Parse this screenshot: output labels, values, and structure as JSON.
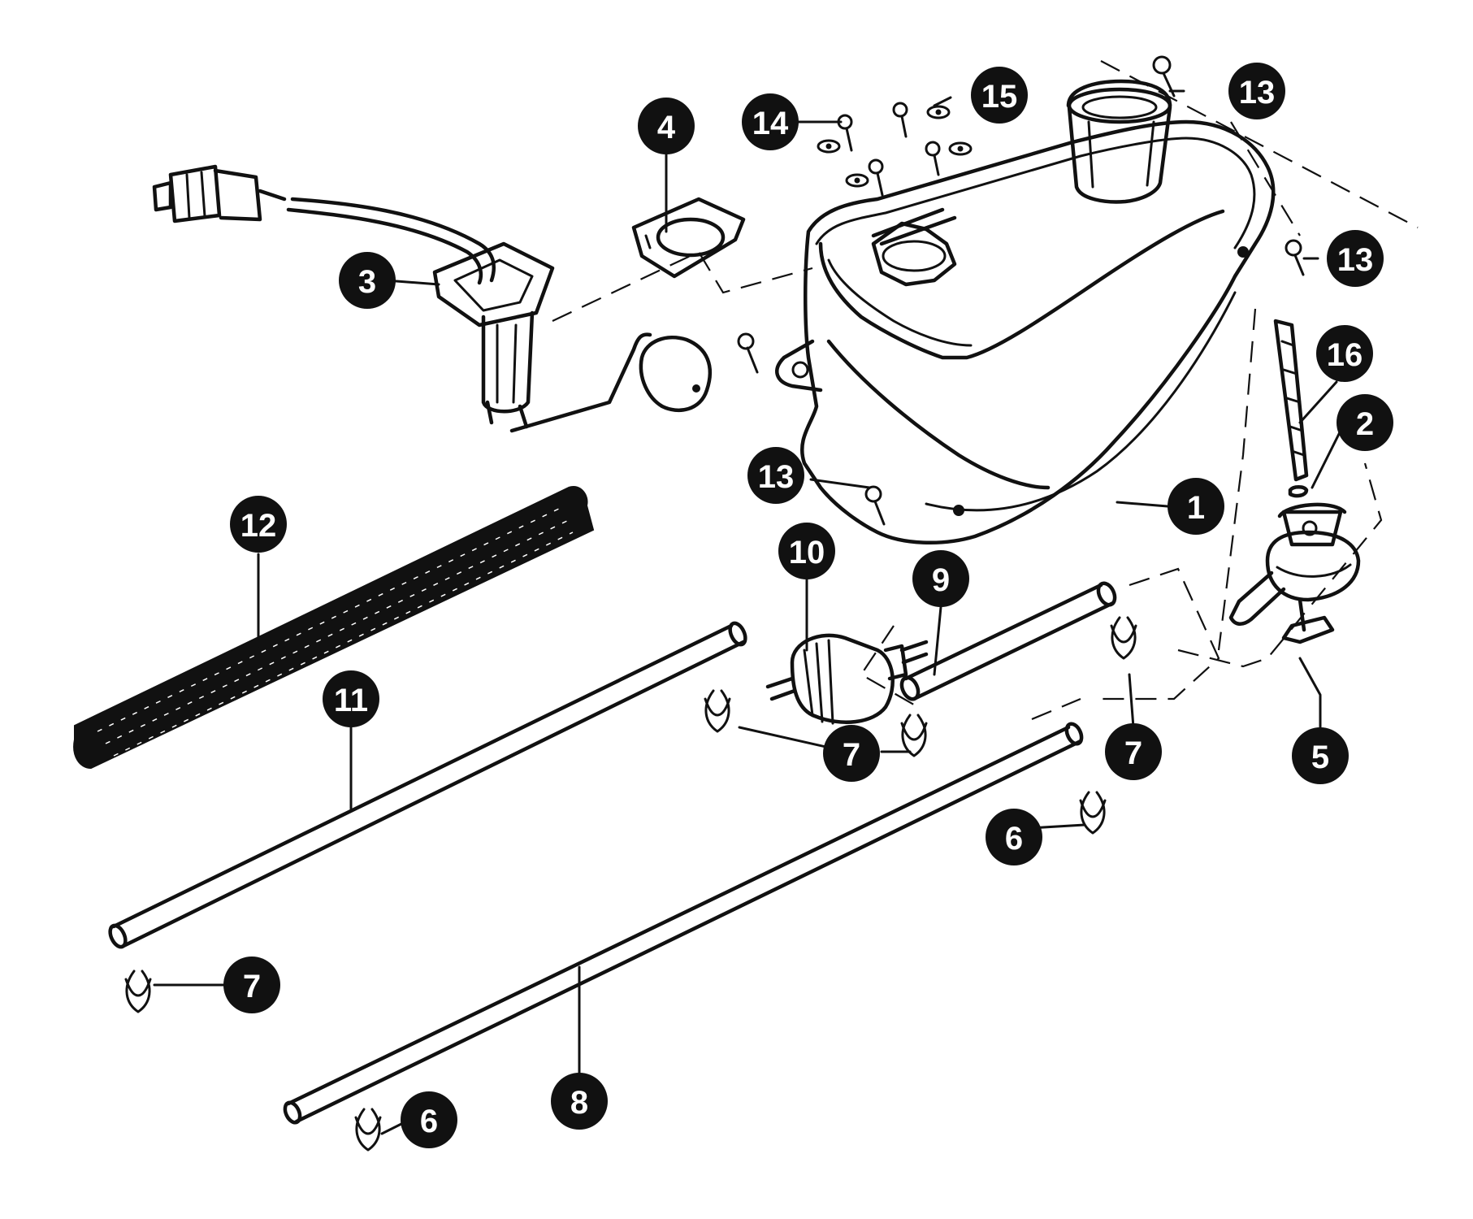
{
  "callouts": [
    {
      "id": "c1",
      "label": "1"
    },
    {
      "id": "c2",
      "label": "2"
    },
    {
      "id": "c3",
      "label": "3"
    },
    {
      "id": "c4",
      "label": "4"
    },
    {
      "id": "c5",
      "label": "5"
    },
    {
      "id": "c6a",
      "label": "6"
    },
    {
      "id": "c6b",
      "label": "6"
    },
    {
      "id": "c7a",
      "label": "7"
    },
    {
      "id": "c7b",
      "label": "7"
    },
    {
      "id": "c7c",
      "label": "7"
    },
    {
      "id": "c8",
      "label": "8"
    },
    {
      "id": "c9",
      "label": "9"
    },
    {
      "id": "c10",
      "label": "10"
    },
    {
      "id": "c11",
      "label": "11"
    },
    {
      "id": "c12",
      "label": "12"
    },
    {
      "id": "c13a",
      "label": "13"
    },
    {
      "id": "c13b",
      "label": "13"
    },
    {
      "id": "c13c",
      "label": "13"
    },
    {
      "id": "c14",
      "label": "14"
    },
    {
      "id": "c15",
      "label": "15"
    },
    {
      "id": "c16",
      "label": "16"
    }
  ]
}
